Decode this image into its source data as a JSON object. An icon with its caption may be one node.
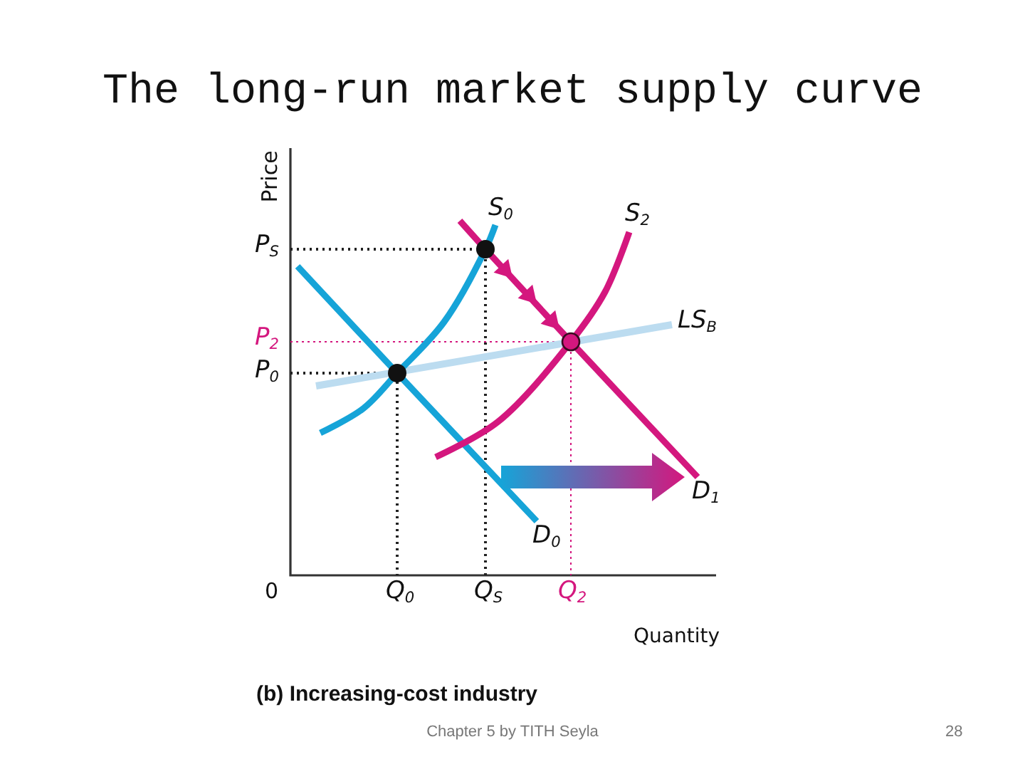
{
  "diagram": {
    "title": "The long-run market supply curve",
    "caption": "(b) Increasing-cost industry",
    "labels": [
      "Price",
      "S$_{0}$",
      "S$_{2}$",
      "P$_{S}$",
      "LS$_{B}$",
      "P$_{2}$",
      "P$_{0}$",
      "D$_{1}$",
      "D$_{0}$",
      "0",
      "Q$_{0}$",
      "Q$_{S}$",
      "Q$_{2}$",
      "Quantity",
      "Chapter 5 by TITH Seyla",
      "28"
    ]
  }
}
